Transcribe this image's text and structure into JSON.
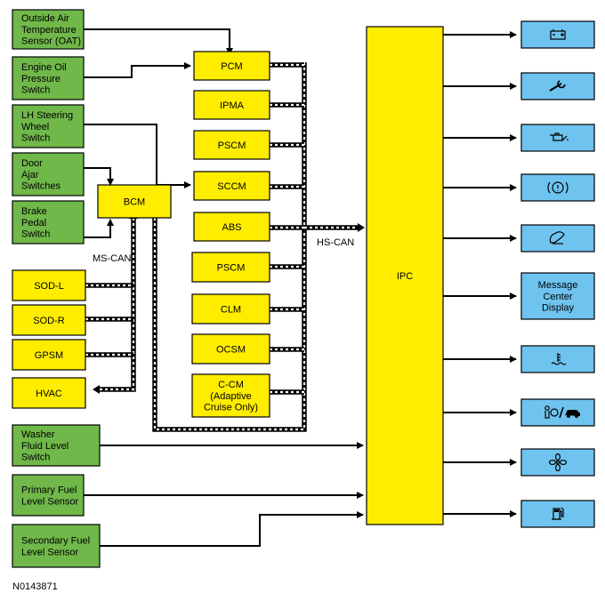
{
  "colors": {
    "input_green": "#70b84a",
    "module_yellow": "#ffed00",
    "indicator_blue": "#6fc3ef",
    "line": "#000000",
    "bus_dash": "#ffffff"
  },
  "inputs": [
    {
      "id": "oat",
      "lines": [
        "Outside Air",
        "Temperature",
        "Sensor (OAT)"
      ]
    },
    {
      "id": "eop",
      "lines": [
        "Engine Oil",
        "Pressure",
        "Switch"
      ]
    },
    {
      "id": "lhsw",
      "lines": [
        "LH Steering",
        "Wheel",
        "Switch"
      ]
    },
    {
      "id": "door",
      "lines": [
        "Door",
        "Ajar",
        "Switches"
      ]
    },
    {
      "id": "brake",
      "lines": [
        "Brake",
        "Pedal",
        "Switch"
      ]
    },
    {
      "id": "washer",
      "lines": [
        "Washer",
        "Fluid Level",
        "Switch"
      ]
    },
    {
      "id": "pfuel",
      "lines": [
        "Primary Fuel",
        "Level Sensor"
      ]
    },
    {
      "id": "sfuel",
      "lines": [
        "Secondary Fuel",
        "Level Sensor"
      ]
    }
  ],
  "bcm": {
    "label": "BCM"
  },
  "ms_can_modules": [
    {
      "id": "sodl",
      "label": "SOD-L"
    },
    {
      "id": "sodr",
      "label": "SOD-R"
    },
    {
      "id": "gpsm",
      "label": "GPSM"
    },
    {
      "id": "hvac",
      "label": "HVAC"
    }
  ],
  "hs_can_modules": [
    {
      "id": "pcm",
      "lines": [
        "PCM"
      ]
    },
    {
      "id": "ipma",
      "lines": [
        "IPMA"
      ]
    },
    {
      "id": "pscm1",
      "lines": [
        "PSCM"
      ]
    },
    {
      "id": "sccm",
      "lines": [
        "SCCM"
      ]
    },
    {
      "id": "abs",
      "lines": [
        "ABS"
      ]
    },
    {
      "id": "pscm2",
      "lines": [
        "PSCM"
      ]
    },
    {
      "id": "clm",
      "lines": [
        "CLM"
      ]
    },
    {
      "id": "ocsm",
      "lines": [
        "OCSM"
      ]
    },
    {
      "id": "ccm",
      "lines": [
        "C-CM",
        "(Adaptive",
        "Cruise Only)"
      ]
    }
  ],
  "ipc": {
    "label": "IPC"
  },
  "bus_labels": {
    "ms_can": "MS-CAN",
    "hs_can": "HS-CAN"
  },
  "outputs": [
    {
      "id": "battery",
      "icon": "battery-icon",
      "lines": []
    },
    {
      "id": "wrench",
      "icon": "wrench-icon",
      "lines": []
    },
    {
      "id": "oil",
      "icon": "oil-can-icon",
      "lines": []
    },
    {
      "id": "brake",
      "icon": "brake-warning-icon",
      "lines": []
    },
    {
      "id": "tire",
      "icon": "tire-pressure-icon",
      "lines": []
    },
    {
      "id": "msgctr",
      "icon": "",
      "lines": [
        "Message",
        "Center",
        "Display"
      ]
    },
    {
      "id": "temp",
      "icon": "coolant-temperature-icon",
      "lines": []
    },
    {
      "id": "airbag",
      "icon": "airbag-icon",
      "lines": []
    },
    {
      "id": "fan",
      "icon": "fan-icon",
      "lines": []
    },
    {
      "id": "fuel",
      "icon": "fuel-pump-icon",
      "lines": []
    }
  ],
  "figure_id": "N0143871"
}
